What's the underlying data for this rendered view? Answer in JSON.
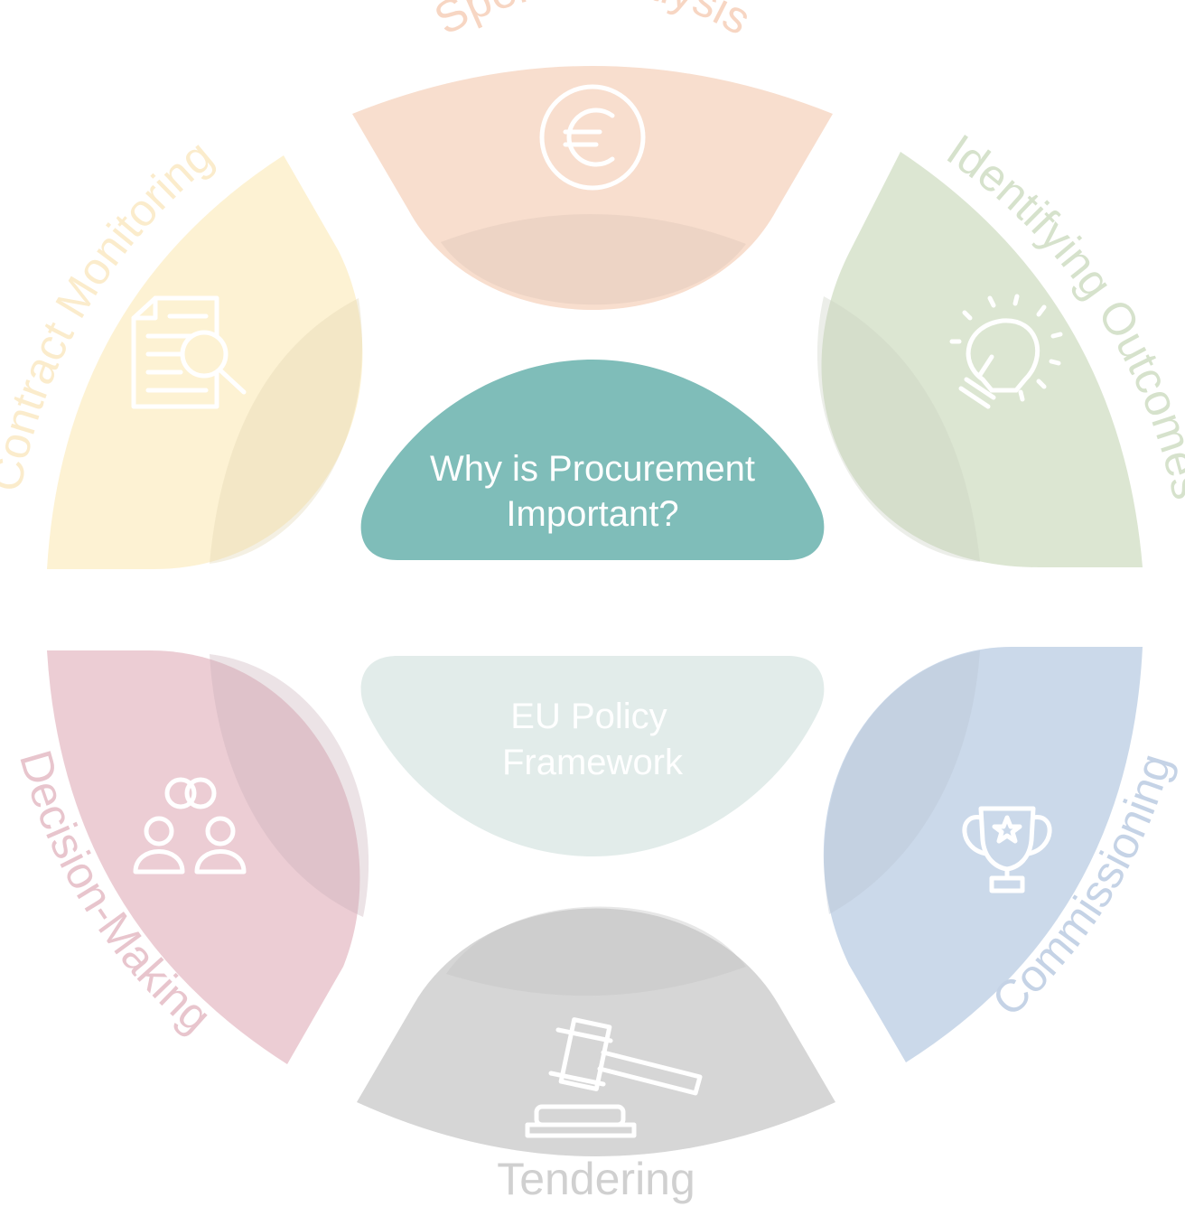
{
  "segments": {
    "spend": {
      "label": "Spend Analysis",
      "color": "#f8dece",
      "text_color": "#f7d6c3",
      "icon": "euro-coin-icon"
    },
    "outcomes": {
      "label": "Identifying Outcomes",
      "color": "#dce6d2",
      "text_color": "#d6e2cc",
      "icon": "lightbulb-icon"
    },
    "commissioning": {
      "label": "Commissioning",
      "color": "#cbd9ea",
      "text_color": "#c5d3e6",
      "icon": "trophy-icon"
    },
    "tendering": {
      "label": "Tendering",
      "color": "#d6d6d6",
      "text_color": "#d0d0d0",
      "icon": "gavel-icon"
    },
    "decision": {
      "label": "Decision-Making",
      "color": "#eccdd4",
      "text_color": "#e8c5cd",
      "icon": "people-discussion-icon"
    },
    "contract": {
      "label": "Contract Monitoring",
      "color": "#fdf2d3",
      "text_color": "#fbeccc",
      "icon": "document-search-icon"
    }
  },
  "center": {
    "top": {
      "line1": "Why is Procurement",
      "line2": "Important?",
      "color": "#7fbdb9"
    },
    "bottom": {
      "line1": "EU Policy",
      "line2": "Framework",
      "color": "#e2ecea"
    }
  }
}
